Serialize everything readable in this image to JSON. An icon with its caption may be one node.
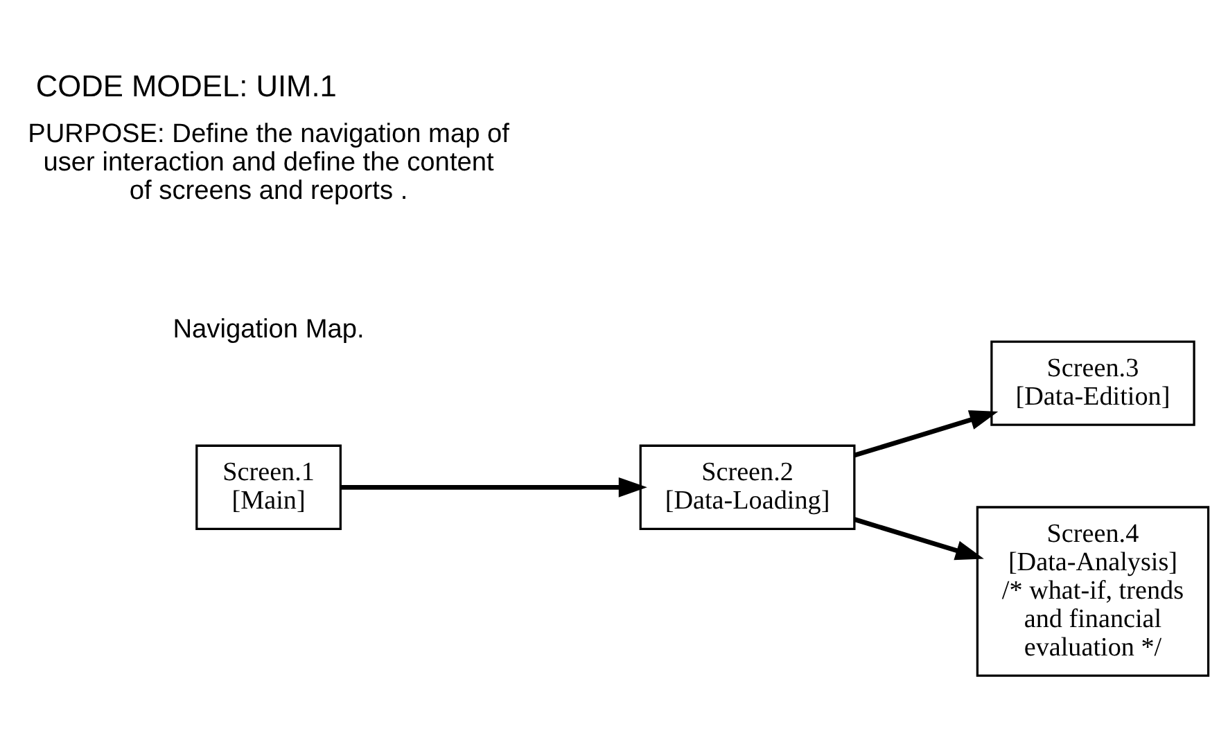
{
  "diagram": {
    "title": "CODE MODEL: UIM.1",
    "nodes": [
      {
        "text": [
          "Screen.1",
          "[Main]"
        ]
      },
      {
        "text": [
          "Screen.2",
          "[Data-Loading]"
        ]
      },
      {
        "text": [
          "Screen.3",
          "[Data-Edition]"
        ]
      },
      {
        "text": [
          "Screen.4",
          "[Data-Analysis]",
          "/* what-if, trends and financial evaluation */"
        ]
      }
    ],
    "edges": [
      {
        "from": 0,
        "to": 1,
        "arrow": "to"
      },
      {
        "from": 1,
        "to": 2,
        "arrow": "to"
      },
      {
        "from": 1,
        "to": 3,
        "arrow": "to"
      }
    ],
    "labels": [
      "PURPOSE: Define the navigation map of user interaction and define the content of screens and reports .",
      "Navigation Map."
    ]
  }
}
